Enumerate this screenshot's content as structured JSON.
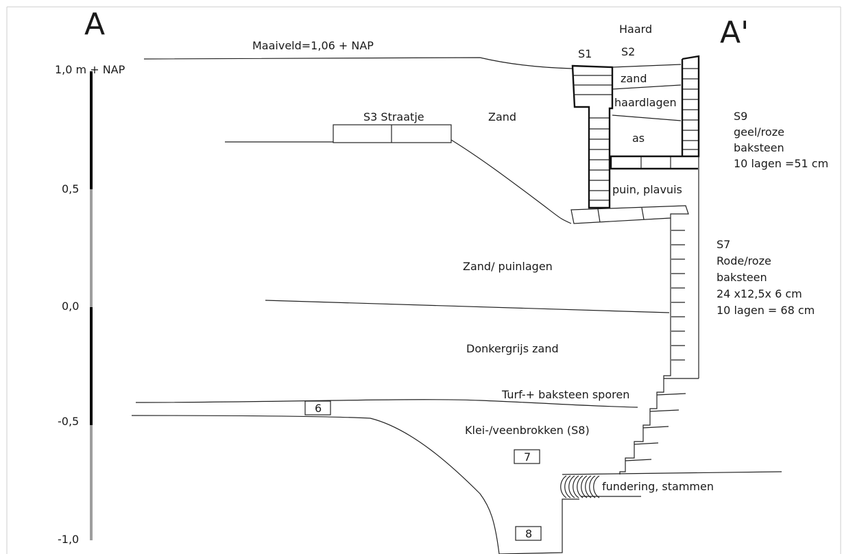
{
  "section": {
    "left_marker": "A",
    "right_marker": "A'"
  },
  "scale": {
    "ticks": [
      "1,0 m + NAP",
      "0,5",
      "0,0",
      "-0,5",
      "-1,0"
    ],
    "colors": {
      "dark": "#000000",
      "light": "#9e9e9e"
    }
  },
  "labels": {
    "maaiveld": "Maaiveld=1,06 + NAP",
    "haard": "Haard",
    "s1": "S1",
    "s2": "S2",
    "zand_small": "zand",
    "haardlagen": "haardlagen",
    "as": "as",
    "puin_plavuis": "puin, plavuis",
    "s3": "S3 Straatje",
    "zand": "Zand",
    "s9": [
      "S9",
      "geel/roze",
      "baksteen",
      "10 lagen =51 cm"
    ],
    "s7": [
      "S7",
      "Rode/roze",
      "baksteen",
      "24 x12,5x 6 cm",
      "10 lagen = 68 cm"
    ],
    "zand_puin": "Zand/ puinlagen",
    "donkergrijs": "Donkergrijs zand",
    "turf": "Turf-+ baksteen sporen",
    "klei": "Klei-/veenbrokken (S8)",
    "fundering": "fundering, stammen",
    "box6": "6",
    "box7": "7",
    "box8": "8"
  }
}
